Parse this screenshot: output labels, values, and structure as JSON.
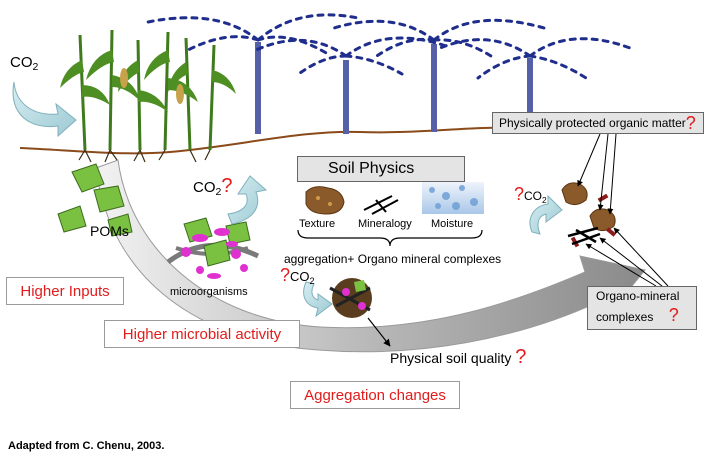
{
  "labels": {
    "co2": "CO",
    "co2_sub": "2",
    "question": "?",
    "poms": "POMs",
    "microorganisms": "microorganisms",
    "texture": "Texture",
    "mineralogy": "Mineralogy",
    "moisture": "Moisture",
    "aggregation": "aggregation+ Organo mineral complexes",
    "physical_quality": "Physical soil quality"
  },
  "boxes": {
    "soil_physics": "Soil Physics",
    "protected": "Physically protected organic matter",
    "organo_line1": "Organo-mineral",
    "organo_line2": "complexes",
    "higher_inputs": "Higher Inputs",
    "microbial": "Higher microbial activity",
    "aggregation_changes": "Aggregation changes"
  },
  "source": "Adapted from C. Chenu, 2003.",
  "colors": {
    "plant_green": "#3f7a1c",
    "leaf_green": "#7ac142",
    "water_blue": "#1f2e8c",
    "soil_line": "#8a4a1a",
    "accent_red": "#e21b1b",
    "microbe_magenta": "#e030d0",
    "arrow_gray": "#8c8c8c"
  }
}
